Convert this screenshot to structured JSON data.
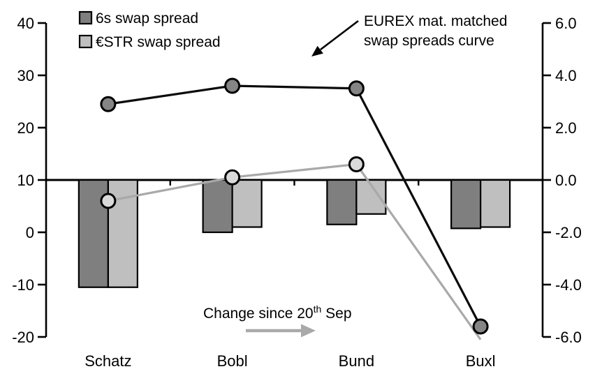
{
  "chart_data": {
    "type": "combo-bar-line",
    "categories": [
      "Schatz",
      "Bobl",
      "Bund",
      "Buxl"
    ],
    "bar_series": [
      {
        "name": "6s swap spread change",
        "color": "#7f7f7f",
        "values": [
          -4.1,
          -2.0,
          -1.7,
          -1.85
        ]
      },
      {
        "name": "ESTR swap spread change",
        "color": "#bfbfbf",
        "values": [
          -4.1,
          -1.8,
          -1.3,
          -1.8
        ]
      }
    ],
    "line_series": [
      {
        "name": "ESTR swap spread curve",
        "color": "#a9a9a9",
        "marker_fill": "#d9d9d9",
        "marker_stroke": "#000000",
        "values": [
          -0.8,
          0.1,
          0.6,
          -6.1
        ],
        "markers": [
          true,
          true,
          true,
          false
        ]
      },
      {
        "name": "6s swap spread curve",
        "color": "#0a0a0a",
        "marker_fill": "#858585",
        "marker_stroke": "#000000",
        "values": [
          2.9,
          3.6,
          3.5,
          -5.6
        ],
        "markers": [
          true,
          true,
          true,
          true
        ]
      }
    ],
    "left_axis": {
      "ticks": [
        "40",
        "30",
        "20",
        "10",
        "0",
        "-10",
        "-20"
      ],
      "min": -20,
      "max": 40
    },
    "right_axis": {
      "ticks": [
        "6.0",
        "4.0",
        "2.0",
        "0.0",
        "-2.0",
        "-4.0",
        "-6.0"
      ],
      "min": -6.0,
      "max": 6.0
    },
    "baseline": {
      "left_value": 10,
      "right_value": 0.0
    },
    "grid": "off",
    "legend_position": "top-left"
  },
  "legend": {
    "items": [
      {
        "label": "6s swap spread",
        "color": "#7f7f7f"
      },
      {
        "label": "€STR swap spread",
        "color": "#bfbfbf"
      }
    ]
  },
  "annotation": {
    "line1": "EUREX mat. matched",
    "line2": "swap spreads curve"
  },
  "change_note": {
    "before_sup": "Change since 20",
    "sup": "th",
    "after_sup": " Sep",
    "full_text": "Change since 20th Sep"
  },
  "colors": {
    "axis": "#000000",
    "black_line": "#0a0a0a",
    "gray_line": "#a9a9a9",
    "arrow_black": "#000000",
    "arrow_gray": "#a9a9a9"
  }
}
